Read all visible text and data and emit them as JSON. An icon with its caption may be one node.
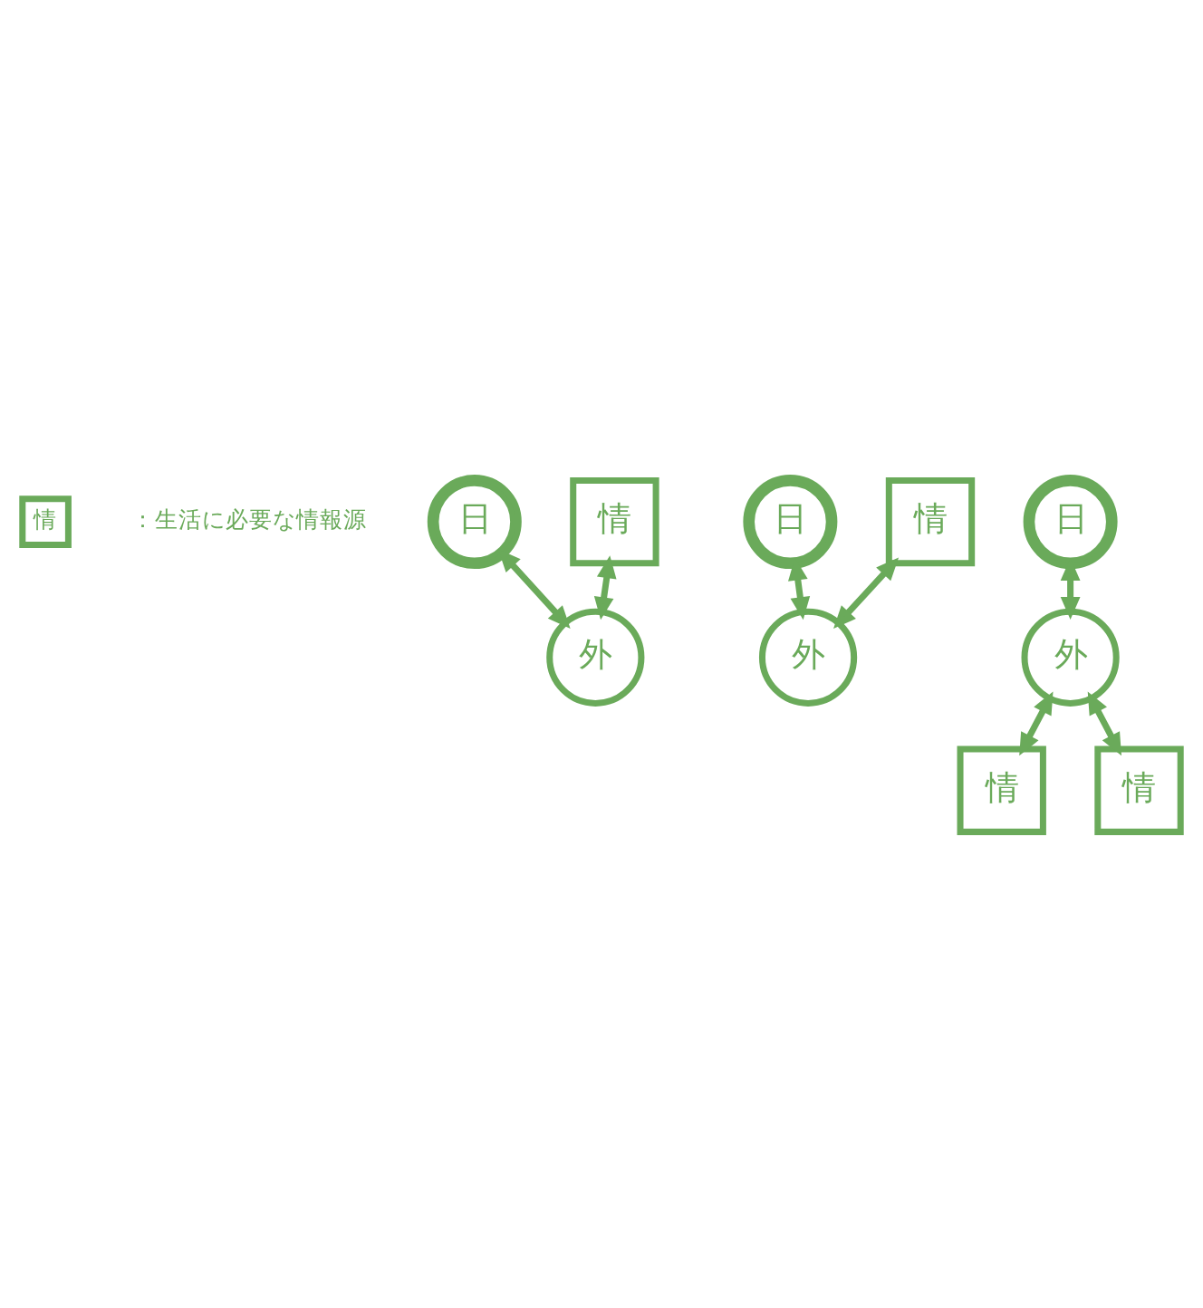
{
  "diagram": {
    "nodes": [
      {
        "text": [
          "情"
        ],
        "beside": [
          "：生活に必要な情報源"
        ]
      },
      {
        "text": [
          "日"
        ]
      },
      {
        "text": [
          "情"
        ]
      },
      {
        "text": [
          "外"
        ]
      },
      {
        "text": [
          "日"
        ]
      },
      {
        "text": [
          "情"
        ]
      },
      {
        "text": [
          "外"
        ]
      },
      {
        "text": [
          "日"
        ]
      },
      {
        "text": [
          "外"
        ]
      },
      {
        "text": [
          "情"
        ]
      },
      {
        "text": [
          "情"
        ]
      }
    ],
    "edges": [
      {
        "from": 1,
        "to": 3,
        "arrow": "both"
      },
      {
        "from": 2,
        "to": 3,
        "arrow": "both"
      },
      {
        "from": 4,
        "to": 6,
        "arrow": "both"
      },
      {
        "from": 5,
        "to": 6,
        "arrow": "both"
      },
      {
        "from": 7,
        "to": 8,
        "arrow": "both"
      },
      {
        "from": 8,
        "to": 9,
        "arrow": "both"
      },
      {
        "from": 8,
        "to": 10,
        "arrow": "both"
      }
    ]
  }
}
